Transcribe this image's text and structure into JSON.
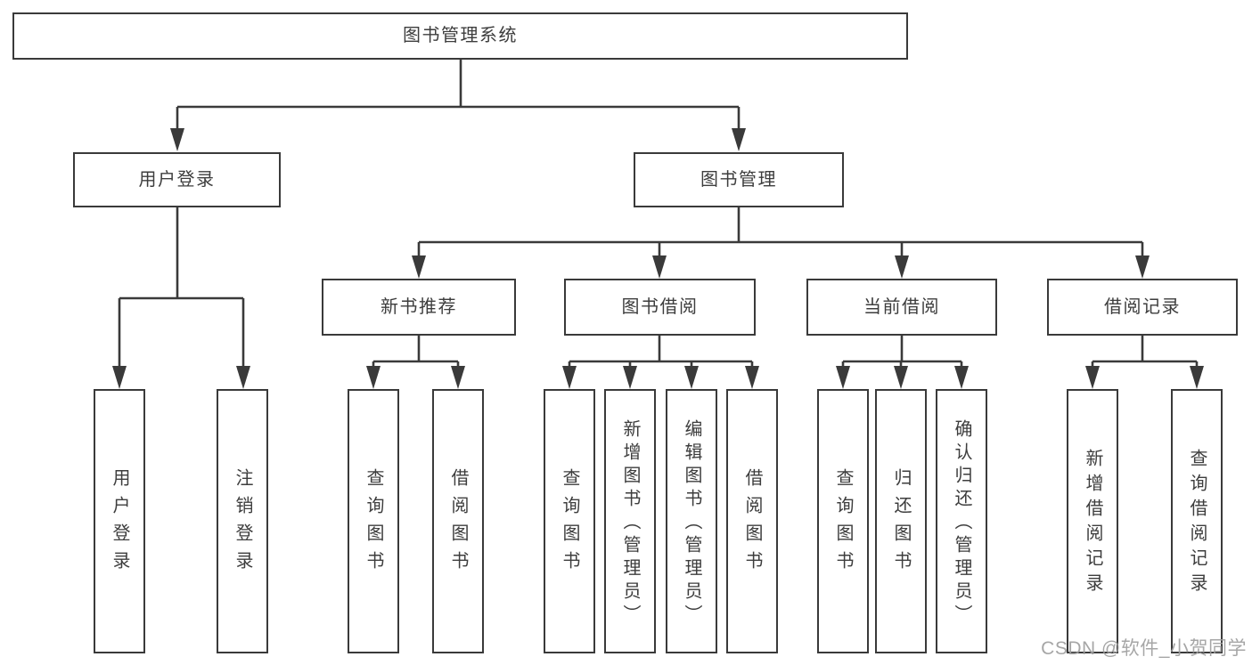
{
  "tree": {
    "label": "图书管理系统",
    "children": [
      {
        "label": "用户登录",
        "children": [
          {
            "label": "用户登录"
          },
          {
            "label": "注销登录"
          }
        ]
      },
      {
        "label": "图书管理",
        "children": [
          {
            "label": "新书推荐",
            "children": [
              {
                "label": "查询图书"
              },
              {
                "label": "借阅图书"
              }
            ]
          },
          {
            "label": "图书借阅",
            "children": [
              {
                "label": "查询图书"
              },
              {
                "label": "新增图书（管理员）"
              },
              {
                "label": "编辑图书（管理员）"
              },
              {
                "label": "借阅图书"
              }
            ]
          },
          {
            "label": "当前借阅",
            "children": [
              {
                "label": "查询图书"
              },
              {
                "label": "归还图书"
              },
              {
                "label": "确认归还（管理员）"
              }
            ]
          },
          {
            "label": "借阅记录",
            "children": [
              {
                "label": "新增借阅记录"
              },
              {
                "label": "查询借阅记录"
              }
            ]
          }
        ]
      }
    ]
  },
  "watermark": {
    "text": "CSDN @软件_小贺同学"
  },
  "colors": {
    "line": "#3a3a3a",
    "text": "#3d3d3d",
    "background": "#ffffff",
    "watermark": "#9e9e9e"
  }
}
